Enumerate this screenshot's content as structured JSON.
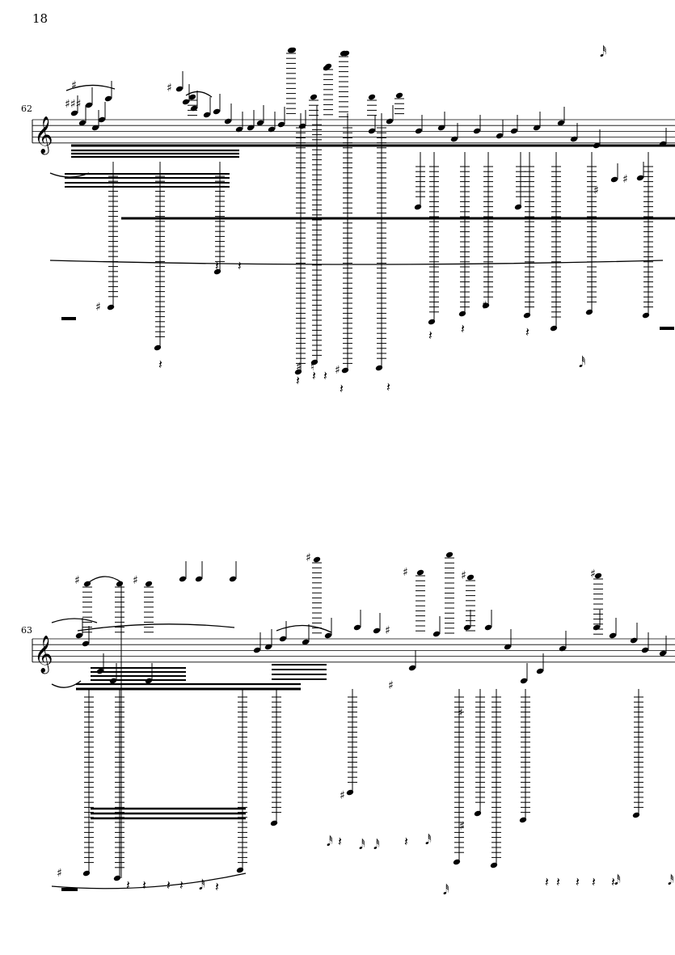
{
  "page": {
    "page_number": "18"
  },
  "systems": [
    {
      "measure_number": "62",
      "clef": "treble"
    },
    {
      "measure_number": "63",
      "clef": "treble"
    }
  ]
}
